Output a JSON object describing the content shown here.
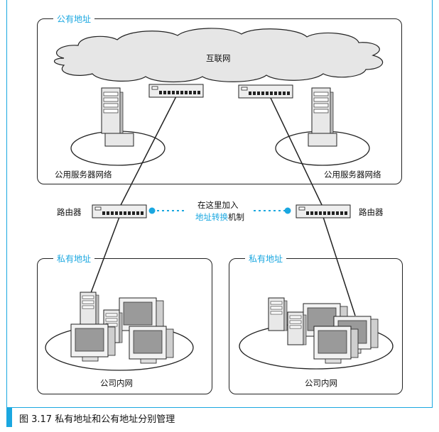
{
  "public_box": {
    "title": "公有地址"
  },
  "cloud_label": "互联网",
  "server_net_left": "公用服务器网络",
  "server_net_right": "公用服务器网络",
  "router_left": "路由器",
  "router_right": "路由器",
  "note": {
    "line1": "在这里加入",
    "line2_blue": "地址转换",
    "line2_rest": "机制"
  },
  "private_left": {
    "title": "私有地址",
    "lan": "公司内网"
  },
  "private_right": {
    "title": "私有地址",
    "lan": "公司内网"
  },
  "caption": "图 3.17   私有地址和公有地址分别管理",
  "colors": {
    "accent": "#1aa7e0",
    "line": "#222222"
  }
}
